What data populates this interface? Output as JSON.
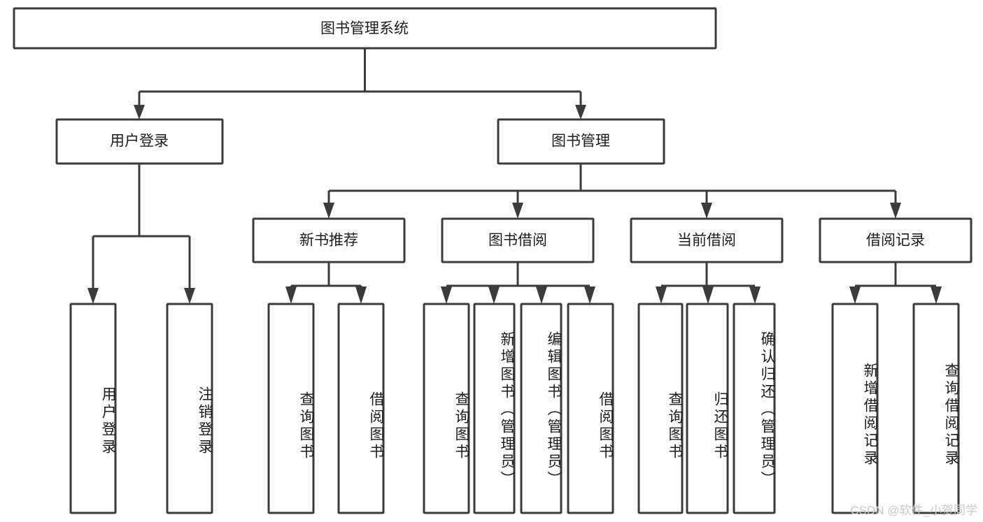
{
  "diagram": {
    "type": "tree-hierarchy-chart",
    "title": "图书管理系统",
    "colors": {
      "stroke": "#3b3b3b",
      "fill": "#ffffff",
      "text": "#1c1c1c",
      "watermark": "#c9c9c9",
      "background": "#ffffff"
    },
    "levels": {
      "root": {
        "label": "图书管理系统",
        "orientation": "horizontal"
      },
      "level1": [
        {
          "label": "用户登录",
          "orientation": "horizontal"
        },
        {
          "label": "图书管理",
          "orientation": "horizontal"
        }
      ],
      "level2": [
        {
          "label": "新书推荐",
          "orientation": "horizontal"
        },
        {
          "label": "图书借阅",
          "orientation": "horizontal"
        },
        {
          "label": "当前借阅",
          "orientation": "horizontal"
        },
        {
          "label": "借阅记录",
          "orientation": "horizontal"
        }
      ],
      "leaves": {
        "user_login": [
          {
            "label": "用户登录",
            "orientation": "vertical"
          },
          {
            "label": "注销登录",
            "orientation": "vertical"
          }
        ],
        "new_book_recommend": [
          {
            "label": "查询图书",
            "orientation": "vertical"
          },
          {
            "label": "借阅图书",
            "orientation": "vertical"
          }
        ],
        "book_borrow": [
          {
            "label": "查询图书",
            "orientation": "vertical"
          },
          {
            "label": "新增图书（管理员）",
            "orientation": "vertical"
          },
          {
            "label": "编辑图书（管理员）",
            "orientation": "vertical"
          },
          {
            "label": "借阅图书",
            "orientation": "vertical"
          }
        ],
        "current_borrow": [
          {
            "label": "查询图书",
            "orientation": "vertical"
          },
          {
            "label": "归还图书",
            "orientation": "vertical"
          },
          {
            "label": "确认归还（管理员）",
            "orientation": "vertical"
          }
        ],
        "borrow_record": [
          {
            "label": "新增借阅记录",
            "orientation": "vertical"
          },
          {
            "label": "查询借阅记录",
            "orientation": "vertical"
          }
        ]
      }
    },
    "watermark": "CSDN @软件_小贺同学"
  }
}
